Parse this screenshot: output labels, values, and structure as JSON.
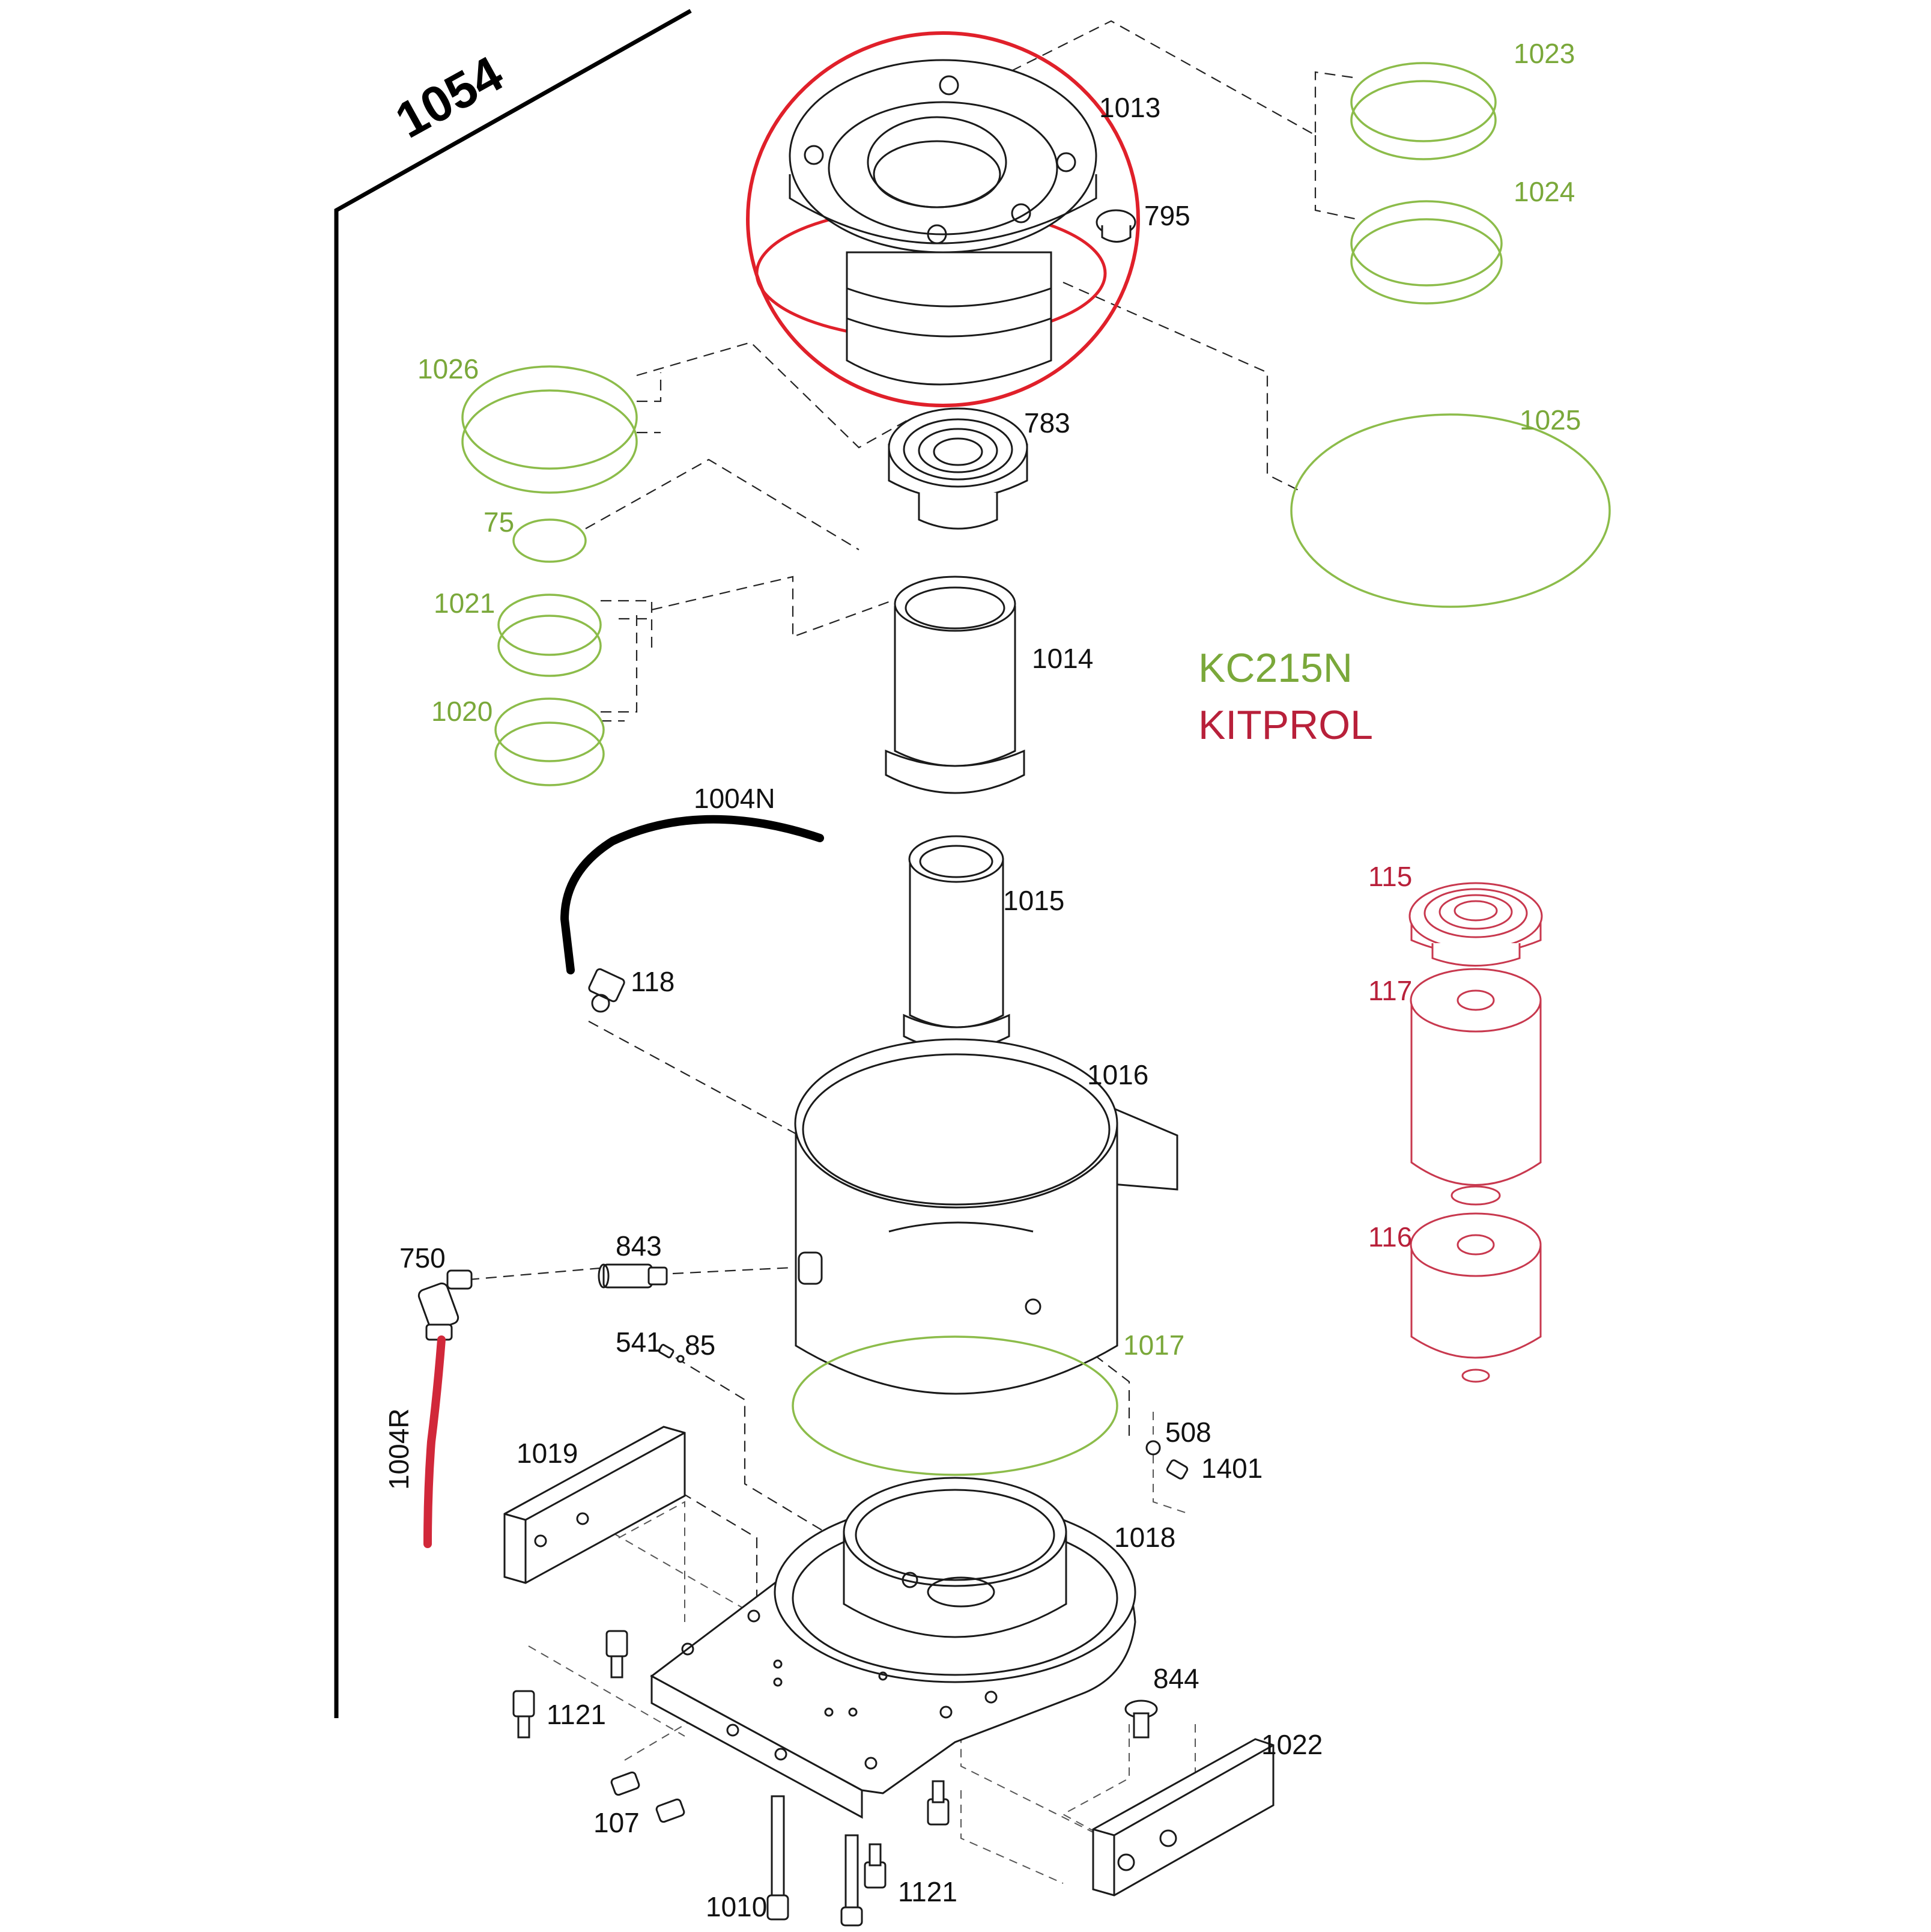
{
  "page_title": "1054",
  "kits": {
    "kc_label": "KC215N",
    "kit_label": "KITPROL",
    "kc_color": "#7aa83a",
    "kit_color": "#b8203a",
    "highlight_color": "#e0202a"
  },
  "labels": {
    "p1013": "1013",
    "p795": "795",
    "p1023": "1023",
    "p1024": "1024",
    "p1026": "1026",
    "p783": "783",
    "p1025": "1025",
    "p75": "75",
    "p1021": "1021",
    "p1014": "1014",
    "p1020": "1020",
    "p1004n": "1004N",
    "p1015": "1015",
    "p115": "115",
    "p117": "117",
    "p118": "118",
    "p1016": "1016",
    "p116": "116",
    "p750": "750",
    "p843": "843",
    "p541": "541",
    "p85": "85",
    "p1017": "1017",
    "p1004r": "1004R",
    "p1019": "1019",
    "p508": "508",
    "p1401": "1401",
    "p1018": "1018",
    "p844": "844",
    "p1121a": "1121",
    "p1022": "1022",
    "p107": "107",
    "p1010": "1010",
    "p1121b": "1121"
  }
}
